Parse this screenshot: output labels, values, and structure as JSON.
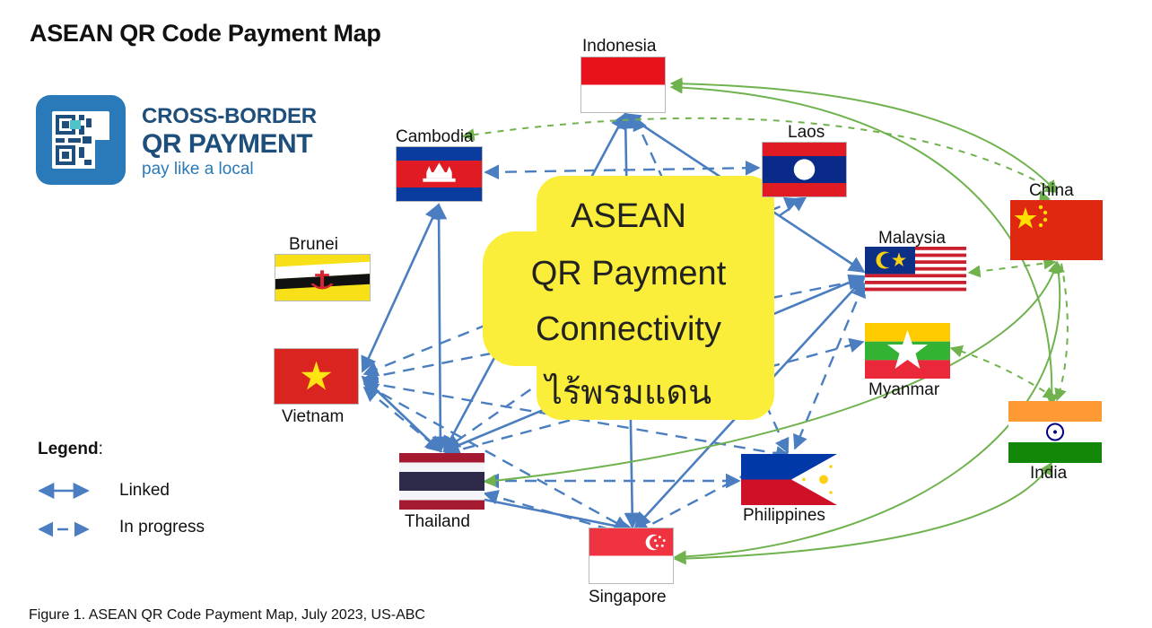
{
  "title": "ASEAN QR Code Payment Map",
  "logo": {
    "line1": "CROSS-BORDER",
    "line2": "QR PAYMENT",
    "line3": "pay like a local",
    "color_primary": "#1d4e7c",
    "color_secondary": "#2a7ab9"
  },
  "bubble": {
    "line1": "ASEAN",
    "line2": "QR Payment",
    "line3": "Connectivity",
    "line4": "ไร้พรมแดน",
    "color": "#fbee3a"
  },
  "countries": {
    "indonesia": "Indonesia",
    "cambodia": "Cambodia",
    "laos": "Laos",
    "brunei": "Brunei",
    "vietnam": "Vietnam",
    "malaysia": "Malaysia",
    "myanmar": "Myanmar",
    "china": "China",
    "india": "India",
    "thailand": "Thailand",
    "philippines": "Philippines",
    "singapore": "Singapore"
  },
  "legend": {
    "title": "Legend",
    "colon": ":",
    "linked": "Linked",
    "in_progress": "In progress"
  },
  "colors": {
    "asean_link": "#4a7ec0",
    "external_link": "#6fb24e"
  },
  "caption": "Figure 1. ASEAN QR Code Payment Map, July 2023, US-ABC"
}
